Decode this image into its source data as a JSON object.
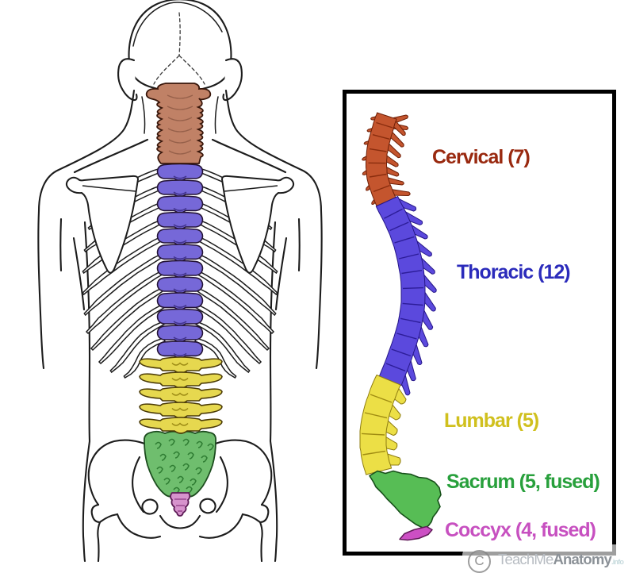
{
  "page": {
    "background": "#ffffff"
  },
  "regions": [
    {
      "id": "cervical",
      "label": "Cervical (7)",
      "count": 7,
      "fused": false,
      "fill_posterior": "#bd7a5f",
      "fill_lateral": "#c4552e",
      "label_color": "#99290f"
    },
    {
      "id": "thoracic",
      "label": "Thoracic (12)",
      "count": 12,
      "fused": false,
      "fill_posterior": "#7668d8",
      "fill_lateral": "#5b49dd",
      "label_color": "#2b2bbb"
    },
    {
      "id": "lumbar",
      "label": "Lumbar (5)",
      "count": 5,
      "fused": false,
      "fill_posterior": "#e6d84f",
      "fill_lateral": "#ecdf46",
      "label_color": "#d0c01e"
    },
    {
      "id": "sacrum",
      "label": "Sacrum (5, fused)",
      "count": 5,
      "fused": true,
      "fill_posterior": "#6fbe6e",
      "fill_lateral": "#57bd55",
      "label_color": "#28a03c"
    },
    {
      "id": "coccyx",
      "label": "Coccyx (4, fused)",
      "count": 4,
      "fused": true,
      "fill_posterior": "#d793cd",
      "fill_lateral": "#cc4fc4",
      "label_color": "#c750c0"
    }
  ],
  "panel": {
    "border_color": "#000000"
  },
  "watermark": {
    "copyright_symbol": "C",
    "brand_light": "TeachMe",
    "brand_bold": "Anatomy",
    "suffix": ".info"
  }
}
